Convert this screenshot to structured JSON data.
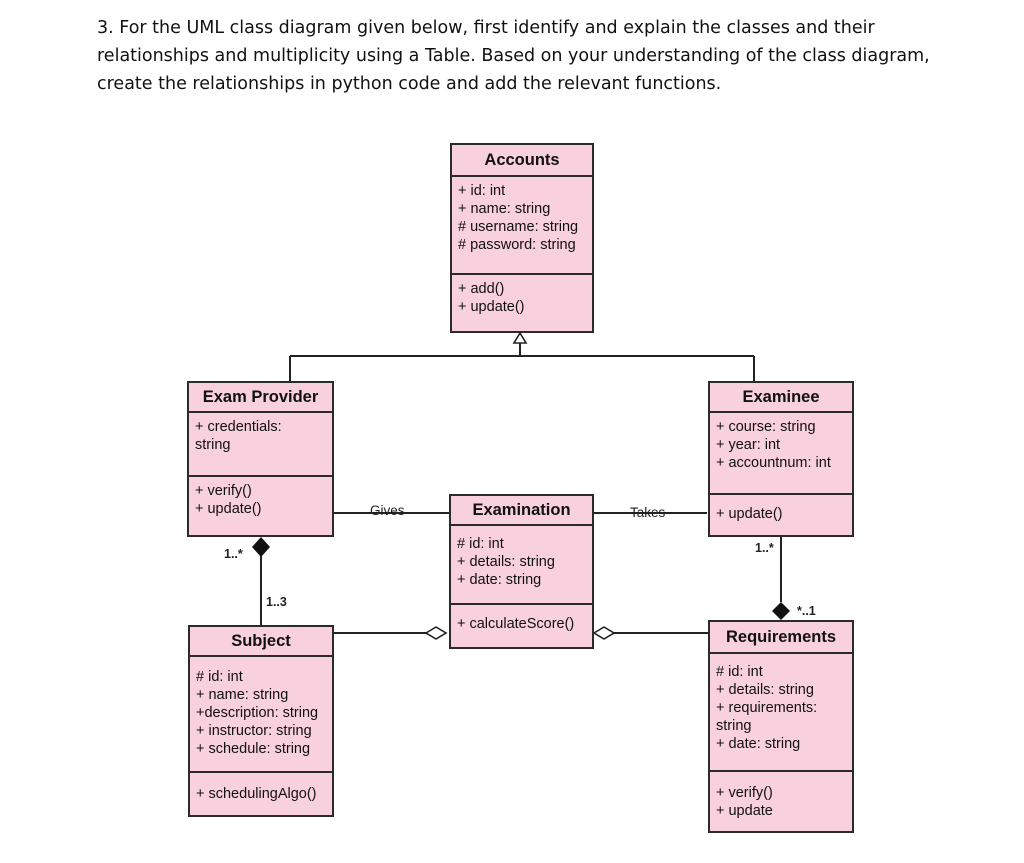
{
  "question": {
    "lines": [
      "3. For the UML class diagram given below, first identify and explain the classes and their",
      "relationships and multiplicity using a Table. Based on your understanding of the class diagram,",
      "create the relationships in python code and add the relevant functions."
    ]
  },
  "classes": {
    "accounts": {
      "name": "Accounts",
      "attributes": [
        "+ id: int",
        "+ name: string",
        "# username: string",
        "# password: string"
      ],
      "methods": [
        "+ add()",
        "+ update()"
      ]
    },
    "exam_provider": {
      "name": "Exam Provider",
      "attributes": [
        "+ credentials:",
        "string"
      ],
      "methods": [
        "+ verify()",
        "+ update()"
      ]
    },
    "examinee": {
      "name": "Examinee",
      "attributes": [
        "+ course: string",
        "+ year: int",
        "+ accountnum: int"
      ],
      "methods": [
        "+ update()"
      ]
    },
    "examination": {
      "name": "Examination",
      "attributes": [
        "# id: int",
        "+ details: string",
        "+ date: string"
      ],
      "methods": [
        "+ calculateScore()"
      ]
    },
    "subject": {
      "name": "Subject",
      "attributes": [
        "# id: int",
        "+ name: string",
        "+description: string",
        "+ instructor: string",
        "+ schedule: string"
      ],
      "methods": [
        "+ schedulingAlgo()"
      ]
    },
    "requirements": {
      "name": "Requirements",
      "attributes": [
        "# id: int",
        "+ details: string",
        "+ requirements:",
        "string",
        "+ date: string"
      ],
      "methods": [
        "+ verify()",
        "+ update"
      ]
    }
  },
  "relationships": {
    "gives_label": "Gives",
    "takes_label": "Takes",
    "provider_multiplicity": "1..*",
    "subject_multiplicity": "1..3",
    "examinee_multiplicity": "1..*",
    "requirements_multiplicity": "*..1"
  }
}
